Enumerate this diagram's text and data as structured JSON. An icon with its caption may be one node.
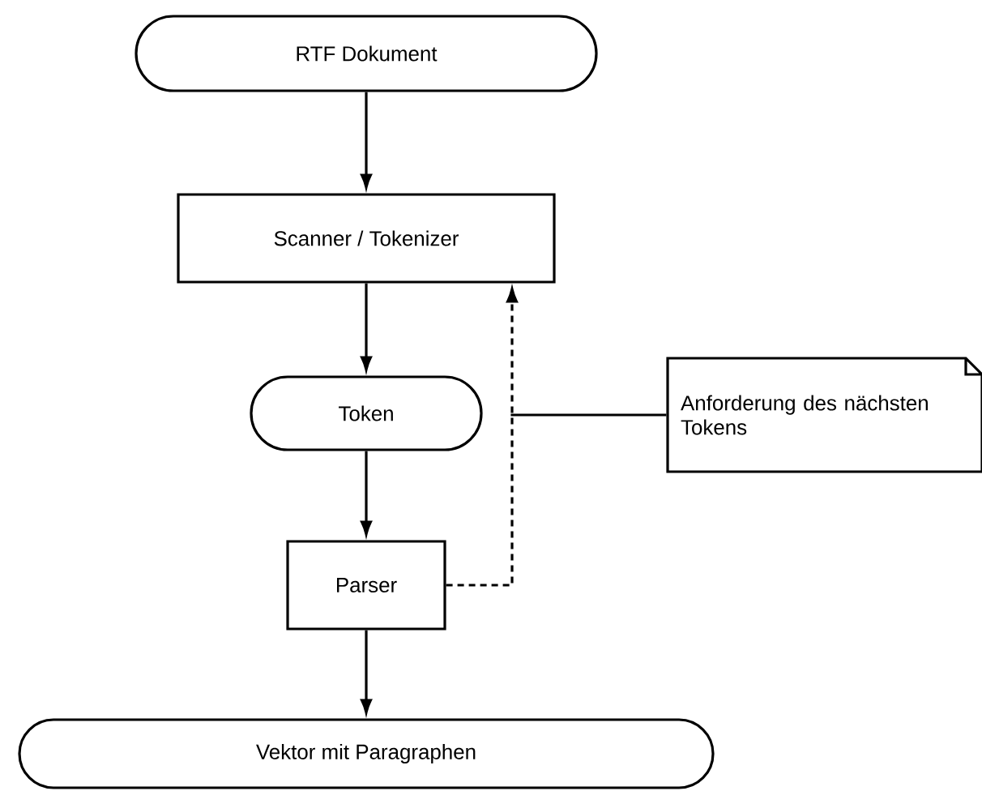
{
  "diagram": {
    "nodes": [
      {
        "text": [
          "RTF Dokument"
        ]
      },
      {
        "text": [
          "Scanner / Tokenizer"
        ]
      },
      {
        "text": [
          "Token"
        ]
      },
      {
        "text": [
          "Parser"
        ]
      },
      {
        "text": [
          "Vektor mit Paragraphen"
        ]
      },
      {
        "text": [
          "Anforderung des nächsten Tokens"
        ]
      }
    ],
    "edges": [
      {
        "from": 0,
        "to": 1,
        "arrow": "to"
      },
      {
        "from": 1,
        "to": 2,
        "arrow": "to"
      },
      {
        "from": 2,
        "to": 3,
        "arrow": "to"
      },
      {
        "from": 3,
        "to": 4,
        "arrow": "to"
      },
      {
        "from": 3,
        "to": 1,
        "arrow": "to",
        "style": "dashed"
      },
      {
        "from": 5,
        "to": null,
        "arrow": "none"
      }
    ]
  }
}
